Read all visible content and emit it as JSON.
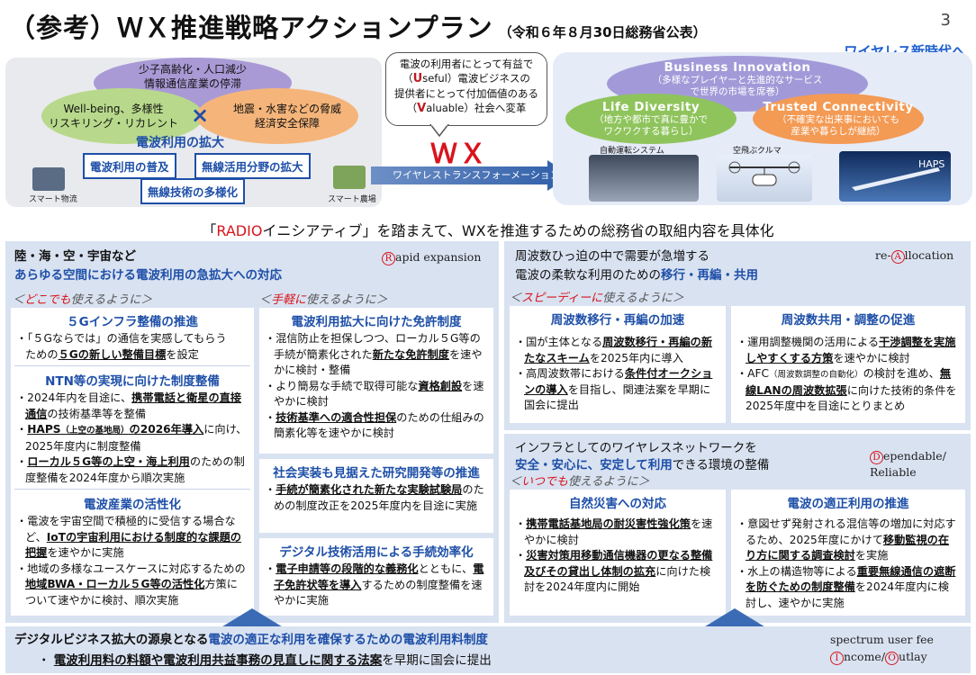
{
  "header": {
    "title": "（参考）ＷＸ推進戦略アクションプラン",
    "subtitle": "（令和６年８月30日総務省公表）",
    "page_number": "3",
    "new_era": "ワイヤレス新時代へ"
  },
  "top_left": {
    "purple": [
      "少子高齢化・人口減少",
      "情報通信産業の停滞"
    ],
    "green": [
      "Well-being、多様性",
      "リスキリング・リカレント"
    ],
    "orange": [
      "地震・水害などの脅威",
      "経済安全保障"
    ],
    "cross": "×",
    "expand_title": "電波利用の拡大",
    "tag1": "電波利用の普及",
    "tag2": "無線活用分野の拡大",
    "tag3": "無線技術の多様化",
    "caption_left": "スマート物流",
    "caption_right": "スマート農場"
  },
  "bubble": {
    "line1": "電波の利用者にとって有益で",
    "u_letter": "U",
    "line2": "seful）電波ビジネスの",
    "line3": "提供者にとって付加価値のある",
    "v_letter": "V",
    "line4": "aluable）社会へ変革",
    "open_paren": "（"
  },
  "wx": "ＷＸ",
  "arrow_label": "ワイヤレストランスフォーメーション",
  "top_right": {
    "bi_title": "Business  Innovation",
    "bi_text": [
      "（多様なプレイヤーと先進的なサービス",
      "で世界の市場を席巻）"
    ],
    "ld_title": "Life  Diversity",
    "ld_text": [
      "（地方や都市で真に豊かで",
      "ワクワクする暮らし）"
    ],
    "tc_title": "Trusted  Connectivity",
    "tc_text": [
      "（不確実な出来事においても",
      "産業や暮らしが継続）"
    ],
    "cap1": "自動運転システム",
    "cap2": "空飛ぶクルマ",
    "cap3": "HAPS"
  },
  "radio_line": {
    "pre": "「",
    "radio": "RADIO",
    "post": "イニシアティブ」を踏まえて、WXを推進するための総務省の取組内容を具体化"
  },
  "left_panel": {
    "head1": "陸・海・空・宇宙など",
    "head2": "あらゆる空間における電波利用の急拡大への対応",
    "tag_letter": "R",
    "tag_rest": "apid expansion",
    "motto1_pre": "＜",
    "motto1_red": "どこでも",
    "motto1_post": "使えるように＞",
    "motto2_pre": "＜",
    "motto2_red": "手軽に",
    "motto2_post": "使えるように＞",
    "card_5g_title": "５Gインフラ整備の推進",
    "card_5g_l1": "・「５Gならでは」の通信を実感してもらう",
    "card_5g_l2a": "ための",
    "card_5g_l2b": "５Gの新しい整備目標",
    "card_5g_l2c": "を設定",
    "ntn_title": "NTN等の実現に向けた制度整備",
    "ntn_1a": "・2024年内を目途に、",
    "ntn_1b": "携帯電話と衛星の直接通信",
    "ntn_1c": "の技術基準等を整備",
    "ntn_2a": "・",
    "ntn_2b": "HAPS",
    "ntn_2s": "（上空の基地局）",
    "ntn_2d": "の2026年導入",
    "ntn_2e": "に向け、2025年度内に制度整備",
    "ntn_3a": "・",
    "ntn_3b": "ローカル５G等の上空・海上利用",
    "ntn_3c": "のための制度整備を2024年度から順次実施",
    "ind_title": "電波産業の活性化",
    "ind_1a": "・電波を宇宙空間で積極的に受信する場合など、",
    "ind_1b": "IoTの宇宙利用における制度的な課題の把握",
    "ind_1c": "を速やかに実施",
    "ind_2a": "・地域の多様なユースケースに対応するための",
    "ind_2b": "地域BWA・ローカル５G等の活性化",
    "ind_2c": "方策について速やかに検討、順次実施",
    "lic_title": "電波利用拡大に向けた免許制度",
    "lic_1a": "・混信防止を担保しつつ、ローカル５G等の手続が簡素化された",
    "lic_1b": "新たな免許制度",
    "lic_1c": "を速やかに検討・整備",
    "lic_2a": "・より簡易な手続で取得可能な",
    "lic_2b": "資格創設",
    "lic_2c": "を速やかに検討",
    "lic_3a": "・",
    "lic_3b": "技術基準への適合性担保",
    "lic_3c": "のための仕組みの簡素化等を速やかに検討",
    "rd_title": "社会実装も見据えた研究開発等の推進",
    "rd_1a": "・",
    "rd_1b": "手続が簡素化された新たな実験試験局",
    "rd_1c": "のための制度改正を2025年度内を目途に実施",
    "dx_title": "デジタル技術活用による手続効率化",
    "dx_1a": "・",
    "dx_1b": "電子申請等の段階的な義務化",
    "dx_1c": "とともに、",
    "dx_1d": "電子免許状等を導入",
    "dx_1e": "するための制度整備を速やかに実施"
  },
  "right_top_panel": {
    "head1": "周波数ひっ迫の中で需要が急増する",
    "head2_pre": "電波の柔軟な利用のための",
    "head2_em": "移行・再編・共用",
    "tag_pre": "re-",
    "tag_letter": "A",
    "tag_rest": "llocation",
    "motto_pre": "＜",
    "motto_red": "スピーディーに",
    "motto_post": "使えるように＞",
    "mig_title": "周波数移行・再編の加速",
    "mig_1a": "・国が主体となる",
    "mig_1b": "周波数移行・再編の新たなスキーム",
    "mig_1c": "を2025年内に導入",
    "mig_2a": "・高周波数帯における",
    "mig_2b": "条件付オークションの導入",
    "mig_2c": "を目指し、関連法案を早期に国会に提出",
    "share_title": "周波数共用・調整の促進",
    "share_1a": "・運用調整機関の活用による",
    "share_1b": "干渉調整を実施しやすくする方策",
    "share_1c": "を速やかに検討",
    "share_2a": "・AFC",
    "share_2s": "（周波数調整の自動化）",
    "share_2b": "の検討を進め、",
    "share_2c": "無線LANの周波数拡張",
    "share_2d": "に向けた技術的条件を2025年度中を目途にとりまとめ"
  },
  "right_bottom_panel": {
    "head1": "インフラとしてのワイヤレスネットワークを",
    "head2_em": "安全・安心に、安定して利用",
    "head2_post": "できる環境の整備",
    "tag_letter": "D",
    "tag_rest": "ependable/",
    "tag_line2": "Reliable",
    "motto_pre": "＜",
    "motto_red": "いつでも",
    "motto_post": "使えるように＞",
    "dis_title": "自然災害への対応",
    "dis_1a": "・",
    "dis_1b": "携帯電話基地局の耐災害性強化策",
    "dis_1c": "を速やかに検討",
    "dis_2a": "・",
    "dis_2b": "災害対策用移動通信機器の更なる整備及びその貸出し体制の拡充",
    "dis_2c": "に向けた検討を2024年度内に開始",
    "prop_title": "電波の適正利用の推進",
    "prop_1a": "・意図せず発射される混信等の増加に対応するため、2025年度にかけて",
    "prop_1b": "移動監視の在り方に関する調査検討",
    "prop_1c": "を実施",
    "prop_2a": "・水上の構造物等による",
    "prop_2b": "重要無線通信の遮断を防ぐための制度整備",
    "prop_2c": "を2024年度内に検討し、速やかに実施"
  },
  "bottom": {
    "head_pre": "デジタルビジネス拡大の源泉となる",
    "head_em": "電波の適正な利用を確保するための電波利用料制度",
    "item_pre": "・ ",
    "item_em": "電波利用料の料額や電波利用共益事務の見直しに関する法案",
    "item_post": "を早期に国会に提出",
    "tag_line1": "spectrum user fee",
    "tag_letter1": "I",
    "tag_rest1": "ncome/",
    "tag_letter2": "O",
    "tag_rest2": "utlay"
  },
  "colors": {
    "accent_blue": "#1e4fa8",
    "accent_red": "#d8141c",
    "accent_orange": "#e07a12",
    "panel_blue": "#d9e2f1"
  }
}
